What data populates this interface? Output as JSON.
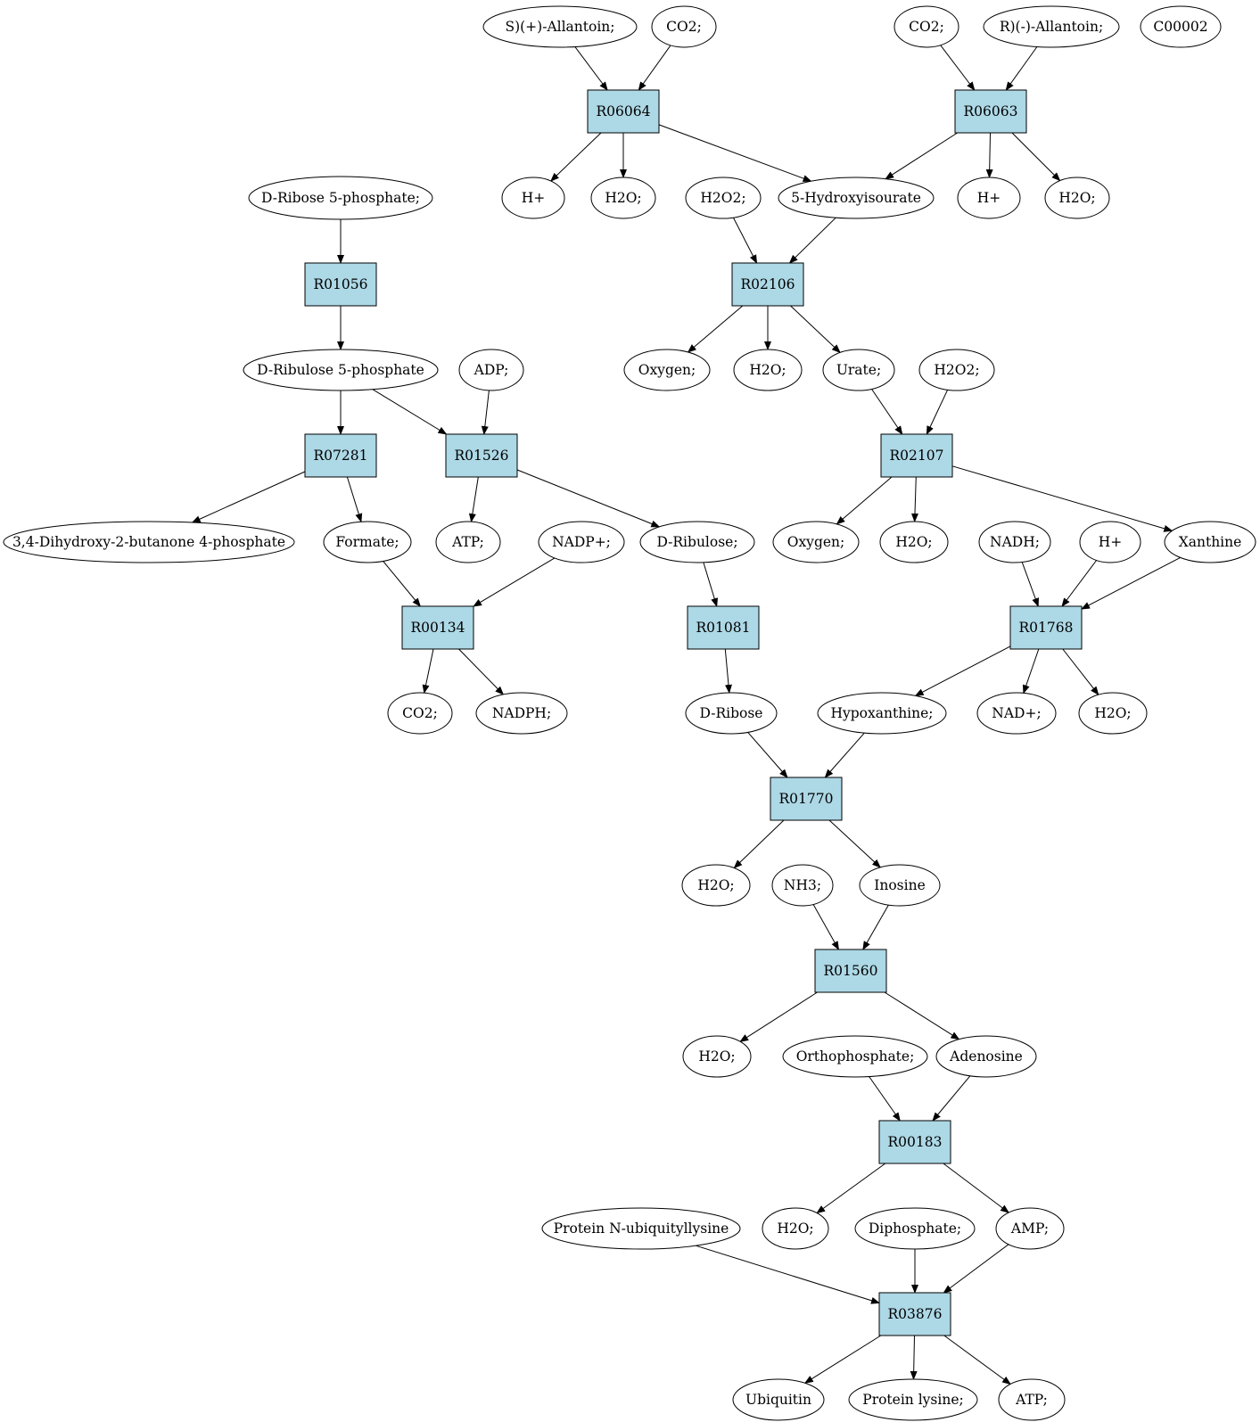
{
  "colors": {
    "reaction_fill": "#add8e6",
    "compound_fill": "#ffffff",
    "start_fill": "#00ee00",
    "target_fill": "#ffff00",
    "stroke": "#000000"
  },
  "nodes": [
    {
      "id": "c_sallantoin",
      "label": "S)(+)-Allantoin;",
      "kind": "compound"
    },
    {
      "id": "c_co2_a",
      "label": "CO2;",
      "kind": "compound"
    },
    {
      "id": "c_co2_b",
      "label": "CO2;",
      "kind": "compound"
    },
    {
      "id": "c_rallantoin",
      "label": "R)(-)-Allantoin;",
      "kind": "compound"
    },
    {
      "id": "c_c00002",
      "label": "C00002",
      "kind": "target"
    },
    {
      "id": "r_R06064",
      "label": "R06064",
      "kind": "reaction"
    },
    {
      "id": "r_R06063",
      "label": "R06063",
      "kind": "reaction"
    },
    {
      "id": "c_dribose5p",
      "label": "D-Ribose 5-phosphate;",
      "kind": "start"
    },
    {
      "id": "c_hplus_a",
      "label": "H+",
      "kind": "compound"
    },
    {
      "id": "c_h2o_a",
      "label": "H2O;",
      "kind": "compound"
    },
    {
      "id": "c_h2o2_a",
      "label": "H2O2;",
      "kind": "compound"
    },
    {
      "id": "c_5hiu",
      "label": "5-Hydroxyisourate",
      "kind": "compound"
    },
    {
      "id": "c_hplus_b",
      "label": "H+",
      "kind": "compound"
    },
    {
      "id": "c_h2o_b",
      "label": "H2O;",
      "kind": "compound"
    },
    {
      "id": "r_R01056",
      "label": "R01056",
      "kind": "reaction"
    },
    {
      "id": "r_R02106",
      "label": "R02106",
      "kind": "reaction"
    },
    {
      "id": "c_dribulose5p",
      "label": "D-Ribulose 5-phosphate",
      "kind": "compound"
    },
    {
      "id": "c_adp",
      "label": "ADP;",
      "kind": "compound"
    },
    {
      "id": "c_oxygen_a",
      "label": "Oxygen;",
      "kind": "compound"
    },
    {
      "id": "c_h2o_c",
      "label": "H2O;",
      "kind": "compound"
    },
    {
      "id": "c_urate",
      "label": "Urate;",
      "kind": "compound"
    },
    {
      "id": "c_h2o2_b",
      "label": "H2O2;",
      "kind": "compound"
    },
    {
      "id": "r_R07281",
      "label": "R07281",
      "kind": "reaction"
    },
    {
      "id": "r_R01526",
      "label": "R01526",
      "kind": "reaction"
    },
    {
      "id": "r_R02107",
      "label": "R02107",
      "kind": "reaction"
    },
    {
      "id": "c_dhbp",
      "label": "3,4-Dihydroxy-2-butanone 4-phosphate",
      "kind": "compound"
    },
    {
      "id": "c_formate",
      "label": "Formate;",
      "kind": "compound"
    },
    {
      "id": "c_atp_a",
      "label": "ATP;",
      "kind": "compound"
    },
    {
      "id": "c_nadpplus",
      "label": "NADP+;",
      "kind": "compound"
    },
    {
      "id": "c_dribulose",
      "label": "D-Ribulose;",
      "kind": "compound"
    },
    {
      "id": "c_oxygen_b",
      "label": "Oxygen;",
      "kind": "compound"
    },
    {
      "id": "c_h2o_d",
      "label": "H2O;",
      "kind": "compound"
    },
    {
      "id": "c_nadh",
      "label": "NADH;",
      "kind": "compound"
    },
    {
      "id": "c_hplus_c",
      "label": "H+",
      "kind": "compound"
    },
    {
      "id": "c_xanthine",
      "label": "Xanthine",
      "kind": "compound"
    },
    {
      "id": "r_R00134",
      "label": "R00134",
      "kind": "reaction"
    },
    {
      "id": "r_R01081",
      "label": "R01081",
      "kind": "reaction"
    },
    {
      "id": "r_R01768",
      "label": "R01768",
      "kind": "reaction"
    },
    {
      "id": "c_co2_c",
      "label": "CO2;",
      "kind": "compound"
    },
    {
      "id": "c_nadph",
      "label": "NADPH;",
      "kind": "compound"
    },
    {
      "id": "c_dribose",
      "label": "D-Ribose",
      "kind": "compound"
    },
    {
      "id": "c_hypoxanthine",
      "label": "Hypoxanthine;",
      "kind": "compound"
    },
    {
      "id": "c_nadplus",
      "label": "NAD+;",
      "kind": "compound"
    },
    {
      "id": "c_h2o_e",
      "label": "H2O;",
      "kind": "compound"
    },
    {
      "id": "r_R01770",
      "label": "R01770",
      "kind": "reaction"
    },
    {
      "id": "c_h2o_f",
      "label": "H2O;",
      "kind": "compound"
    },
    {
      "id": "c_nh3",
      "label": "NH3;",
      "kind": "compound"
    },
    {
      "id": "c_inosine",
      "label": "Inosine",
      "kind": "compound"
    },
    {
      "id": "r_R01560",
      "label": "R01560",
      "kind": "reaction"
    },
    {
      "id": "c_h2o_g",
      "label": "H2O;",
      "kind": "compound"
    },
    {
      "id": "c_orthophosphate",
      "label": "Orthophosphate;",
      "kind": "compound"
    },
    {
      "id": "c_adenosine",
      "label": "Adenosine",
      "kind": "compound"
    },
    {
      "id": "r_R00183",
      "label": "R00183",
      "kind": "reaction"
    },
    {
      "id": "c_protein_ub_lys",
      "label": "Protein N-ubiquityllysine",
      "kind": "compound"
    },
    {
      "id": "c_h2o_h",
      "label": "H2O;",
      "kind": "compound"
    },
    {
      "id": "c_diphosphate",
      "label": "Diphosphate;",
      "kind": "compound"
    },
    {
      "id": "c_amp",
      "label": "AMP;",
      "kind": "compound"
    },
    {
      "id": "r_R03876",
      "label": "R03876",
      "kind": "reaction"
    },
    {
      "id": "c_ubiquitin",
      "label": "Ubiquitin",
      "kind": "compound"
    },
    {
      "id": "c_protein_lysine",
      "label": "Protein lysine;",
      "kind": "compound"
    },
    {
      "id": "c_atp_b",
      "label": "ATP;",
      "kind": "compound"
    }
  ],
  "edges": [
    [
      "c_sallantoin",
      "r_R06064"
    ],
    [
      "c_co2_a",
      "r_R06064"
    ],
    [
      "r_R06064",
      "c_hplus_a"
    ],
    [
      "r_R06064",
      "c_h2o_a"
    ],
    [
      "r_R06064",
      "c_5hiu"
    ],
    [
      "c_co2_b",
      "r_R06063"
    ],
    [
      "c_rallantoin",
      "r_R06063"
    ],
    [
      "r_R06063",
      "c_5hiu"
    ],
    [
      "r_R06063",
      "c_hplus_b"
    ],
    [
      "r_R06063",
      "c_h2o_b"
    ],
    [
      "c_dribose5p",
      "r_R01056"
    ],
    [
      "r_R01056",
      "c_dribulose5p"
    ],
    [
      "c_h2o2_a",
      "r_R02106"
    ],
    [
      "c_5hiu",
      "r_R02106"
    ],
    [
      "r_R02106",
      "c_oxygen_a"
    ],
    [
      "r_R02106",
      "c_h2o_c"
    ],
    [
      "r_R02106",
      "c_urate"
    ],
    [
      "c_dribulose5p",
      "r_R07281"
    ],
    [
      "c_dribulose5p",
      "r_R01526"
    ],
    [
      "c_adp",
      "r_R01526"
    ],
    [
      "c_urate",
      "r_R02107"
    ],
    [
      "c_h2o2_b",
      "r_R02107"
    ],
    [
      "r_R07281",
      "c_dhbp"
    ],
    [
      "r_R07281",
      "c_formate"
    ],
    [
      "r_R01526",
      "c_atp_a"
    ],
    [
      "r_R01526",
      "c_dribulose"
    ],
    [
      "r_R02107",
      "c_oxygen_b"
    ],
    [
      "r_R02107",
      "c_h2o_d"
    ],
    [
      "r_R02107",
      "c_xanthine"
    ],
    [
      "c_formate",
      "r_R00134"
    ],
    [
      "c_nadpplus",
      "r_R00134"
    ],
    [
      "c_dribulose",
      "r_R01081"
    ],
    [
      "c_nadh",
      "r_R01768"
    ],
    [
      "c_hplus_c",
      "r_R01768"
    ],
    [
      "c_xanthine",
      "r_R01768"
    ],
    [
      "r_R00134",
      "c_co2_c"
    ],
    [
      "r_R00134",
      "c_nadph"
    ],
    [
      "r_R01081",
      "c_dribose"
    ],
    [
      "r_R01768",
      "c_hypoxanthine"
    ],
    [
      "r_R01768",
      "c_nadplus"
    ],
    [
      "r_R01768",
      "c_h2o_e"
    ],
    [
      "c_dribose",
      "r_R01770"
    ],
    [
      "c_hypoxanthine",
      "r_R01770"
    ],
    [
      "r_R01770",
      "c_h2o_f"
    ],
    [
      "r_R01770",
      "c_inosine"
    ],
    [
      "c_nh3",
      "r_R01560"
    ],
    [
      "c_inosine",
      "r_R01560"
    ],
    [
      "r_R01560",
      "c_h2o_g"
    ],
    [
      "r_R01560",
      "c_adenosine"
    ],
    [
      "c_orthophosphate",
      "r_R00183"
    ],
    [
      "c_adenosine",
      "r_R00183"
    ],
    [
      "r_R00183",
      "c_h2o_h"
    ],
    [
      "r_R00183",
      "c_amp"
    ],
    [
      "c_protein_ub_lys",
      "r_R03876"
    ],
    [
      "c_diphosphate",
      "r_R03876"
    ],
    [
      "c_amp",
      "r_R03876"
    ],
    [
      "r_R03876",
      "c_ubiquitin"
    ],
    [
      "r_R03876",
      "c_protein_lysine"
    ],
    [
      "r_R03876",
      "c_atp_b"
    ]
  ]
}
